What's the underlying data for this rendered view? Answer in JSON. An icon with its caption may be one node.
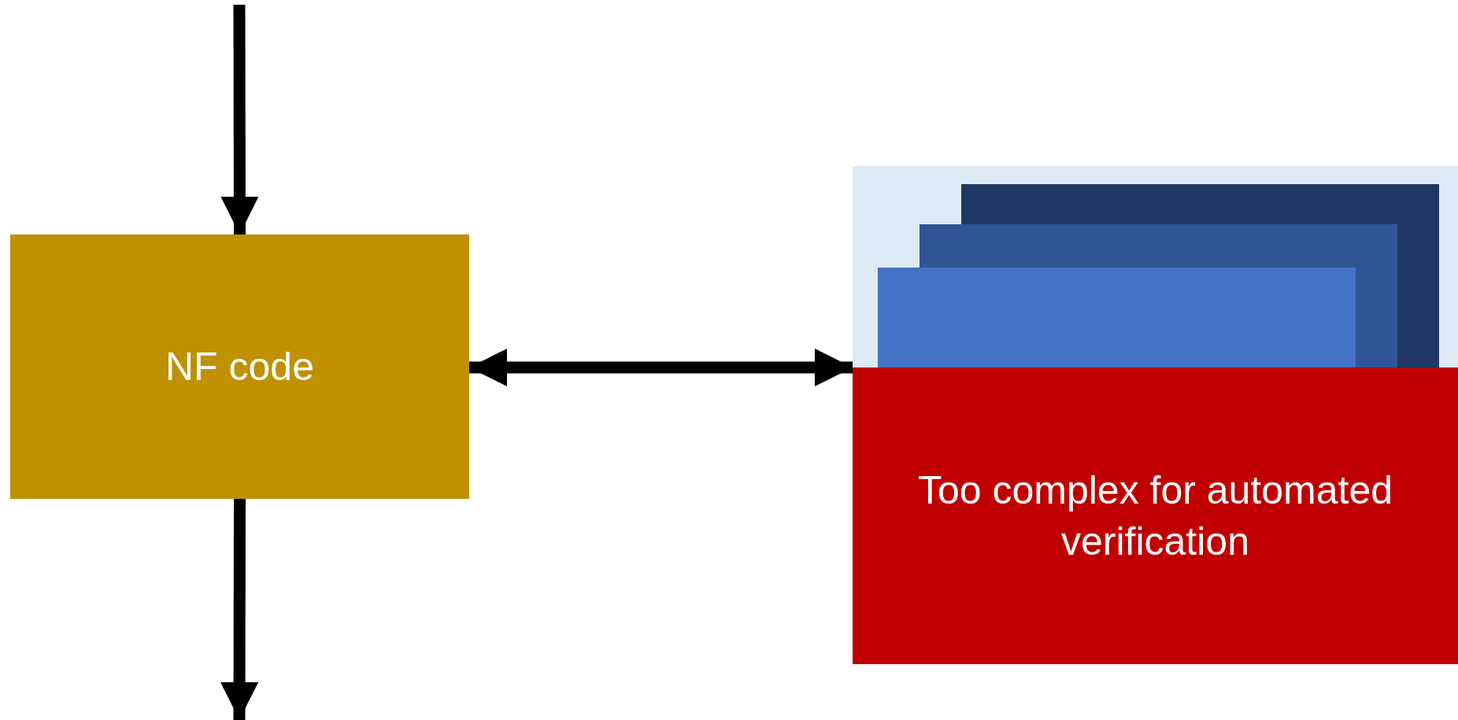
{
  "diagram": {
    "nodes": [
      {
        "text": [
          "NF code"
        ]
      },
      {
        "text": [
          "Too complex for automated verification"
        ]
      }
    ],
    "edges": [
      {
        "from": null,
        "to": 0,
        "arrow": "to"
      },
      {
        "from": 0,
        "to": null,
        "arrow": "to"
      },
      {
        "from": 0,
        "to": 1,
        "arrow": "both"
      }
    ]
  }
}
